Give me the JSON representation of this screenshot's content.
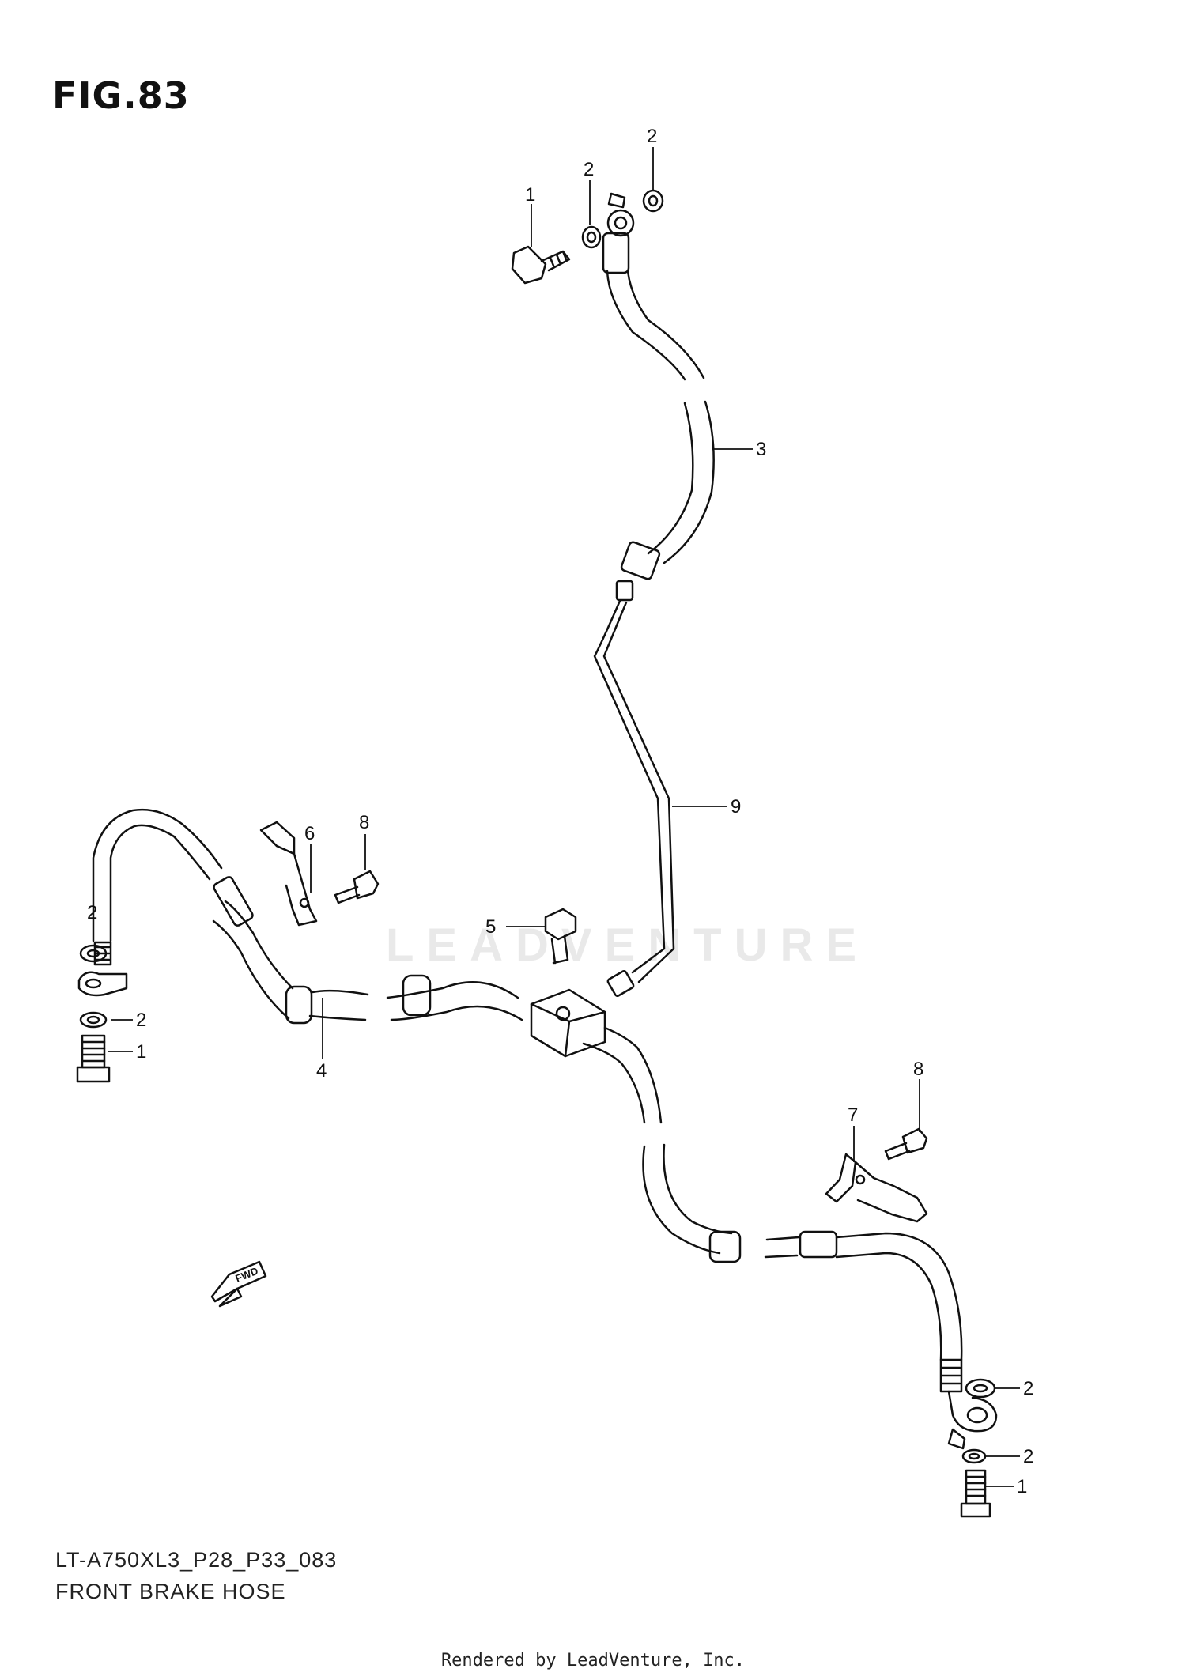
{
  "figure": {
    "title": "FIG.83",
    "code": "LT-A750XL3_P28_P33_083",
    "description": "FRONT BRAKE HOSE",
    "render_note": "Rendered by LeadVenture, Inc.",
    "watermark": "LEADVENTURE",
    "direction_arrow": "FWD"
  },
  "callouts": [
    {
      "id": "c-top-1",
      "number": "1"
    },
    {
      "id": "c-top-2a",
      "number": "2"
    },
    {
      "id": "c-top-2b",
      "number": "2"
    },
    {
      "id": "c-3",
      "number": "3"
    },
    {
      "id": "c-9",
      "number": "9"
    },
    {
      "id": "c-8a",
      "number": "8"
    },
    {
      "id": "c-6",
      "number": "6"
    },
    {
      "id": "c-left-2a",
      "number": "2"
    },
    {
      "id": "c-5",
      "number": "5"
    },
    {
      "id": "c-left-2b",
      "number": "2"
    },
    {
      "id": "c-left-1",
      "number": "1"
    },
    {
      "id": "c-4",
      "number": "4"
    },
    {
      "id": "c-8b",
      "number": "8"
    },
    {
      "id": "c-7",
      "number": "7"
    },
    {
      "id": "c-right-2a",
      "number": "2"
    },
    {
      "id": "c-right-2b",
      "number": "2"
    },
    {
      "id": "c-right-1",
      "number": "1"
    }
  ]
}
